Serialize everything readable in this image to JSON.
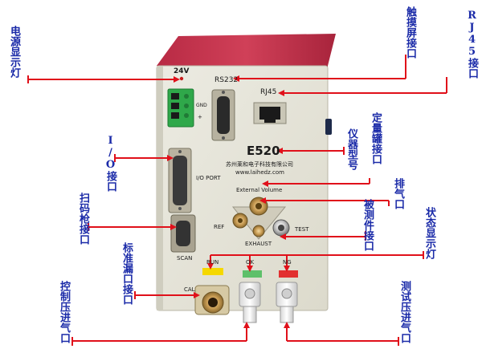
{
  "device": {
    "model": "E520",
    "company": "苏州莱和电子科技有限公司",
    "website": "www.laihedz.com",
    "power_label": "24V",
    "port_labels": {
      "rs232": "RS232",
      "rj45": "RJ45",
      "io_port": "I/O PORT",
      "scan": "SCAN",
      "gnd": "GND",
      "plus": "+",
      "external_volume": "External Volume",
      "ref": "REF",
      "test": "TEST",
      "exhaust": "EXHAUST",
      "run": "RUN",
      "ok": "OK",
      "ng": "NG",
      "cal": "CAL"
    }
  },
  "callouts": {
    "power_led": "电源显示灯",
    "touchscreen_port": "触摸屏接口",
    "rj45_port": "RJ45接口",
    "io_port": "I/O接口",
    "model_no": "仪器型号",
    "volume_port": "定量罐接口",
    "scanner_port": "扫码枪接口",
    "exhaust": "排气口",
    "test_port": "被测件接口",
    "status_lights": "状态显示灯",
    "leak_port": "标准漏口接口",
    "control_inlet": "控制压进气口",
    "test_inlet": "测试压进气口"
  },
  "colors": {
    "callout_text": "#1a2aa8",
    "arrow": "#e0101a",
    "top_cover": "#c0304a",
    "panel": "#e6e4d8",
    "terminal_green": "#2fa84a",
    "run_led": "#f5d800",
    "ok_led": "#5ec06a",
    "ng_led": "#e23030"
  }
}
